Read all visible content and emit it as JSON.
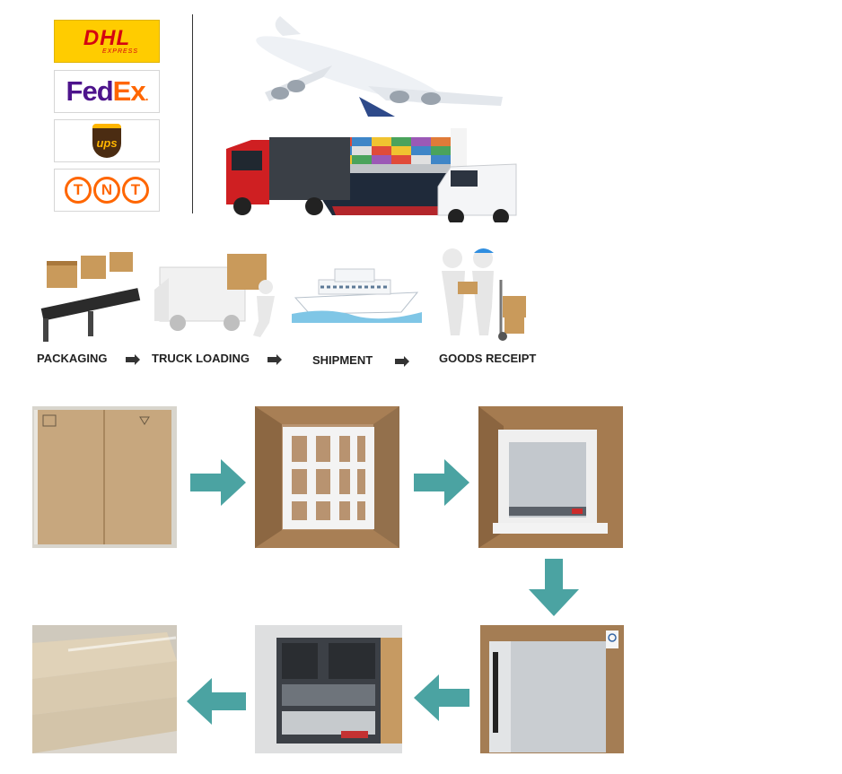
{
  "carriers": {
    "dhl": {
      "name": "DHL",
      "tagline": "EXPRESS"
    },
    "fedex": {
      "fe": "Fed",
      "ex": "Ex",
      "dot": "."
    },
    "ups": {
      "name": "ups"
    },
    "tnt": {
      "letters": [
        "T",
        "N",
        "T"
      ]
    }
  },
  "process": {
    "steps": [
      {
        "label": "PACKAGING"
      },
      {
        "label": "TRUCK LOADING"
      },
      {
        "label": "SHIPMENT"
      },
      {
        "label": "GOODS RECEIPT"
      }
    ]
  },
  "colors": {
    "arrow": "#4ba3a2",
    "cardboard": "#c9a67a",
    "foam": "#f2f2f2",
    "server": "#c8ccd0"
  }
}
